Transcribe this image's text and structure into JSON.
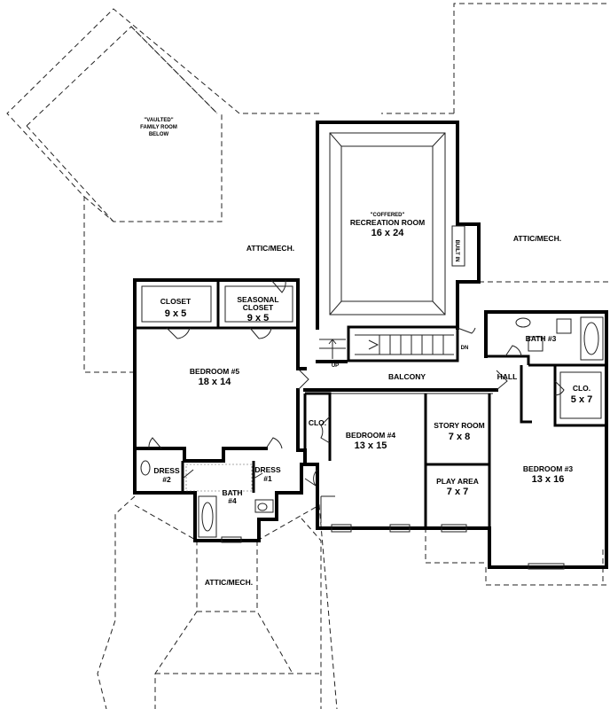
{
  "rooms": {
    "vaulted_note": "\"VAULTED\"",
    "family_room_line1": "FAMILY ROOM",
    "family_room_line2": "BELOW",
    "coffered_note": "\"COFFERED\"",
    "recreation_name": "RECREATION ROOM",
    "recreation_dim": "16 x 24",
    "built_in": "BUILT IN",
    "attic_left": "ATTIC/MECH.",
    "attic_right": "ATTIC/MECH.",
    "attic_bottom": "ATTIC/MECH.",
    "closet_name": "CLOSET",
    "closet_dim": "9 x 5",
    "seasonal_line1": "SEASONAL",
    "seasonal_line2": "CLOSET",
    "seasonal_dim": "9 x 5",
    "bedroom5_name": "BEDROOM #5",
    "bedroom5_dim": "18 x 14",
    "up": "UP",
    "dn": "DN",
    "balcony": "BALCONY",
    "hall": "HALL",
    "bath3": "BATH #3",
    "clo_right": "CLO.",
    "clo_right_dim": "5 x 7",
    "clo_mid": "CLO.",
    "bedroom4_name": "BEDROOM #4",
    "bedroom4_dim": "13 x 15",
    "story_name": "STORY ROOM",
    "story_dim": "7 x 8",
    "play_name": "PLAY AREA",
    "play_dim": "7 x 7",
    "bedroom3_name": "BEDROOM #3",
    "bedroom3_dim": "13 x 16",
    "dress2_name": "DRESS",
    "dress2_num": "#2",
    "dress1_name": "DRESS",
    "dress1_num": "#1",
    "bath4_name": "BATH",
    "bath4_num": "#4"
  }
}
